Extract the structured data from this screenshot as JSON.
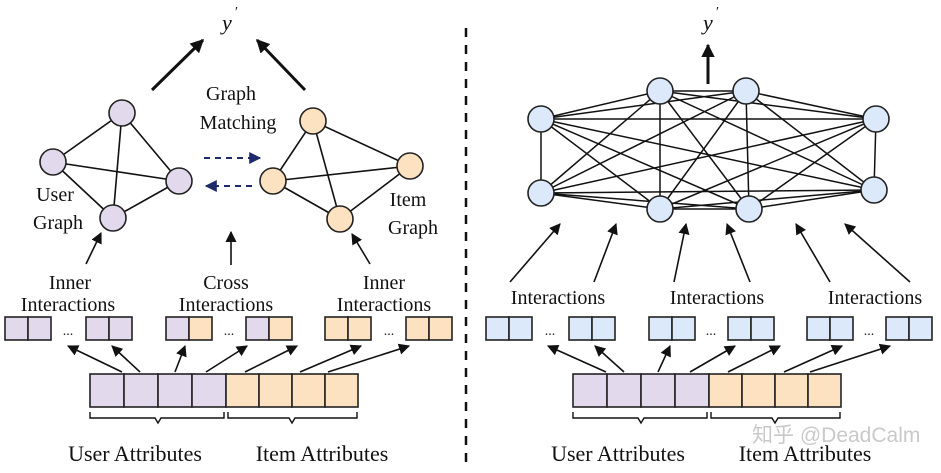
{
  "colors": {
    "user": "#e3d9ec",
    "item": "#fde2c2",
    "interaction": "#dce9fb",
    "stroke": "#222222",
    "arrow_dashed": "#1f2a6b",
    "watermark": "#c9c9c9"
  },
  "left_panel": {
    "output_label": "y",
    "output_prime": "′",
    "graph_matching": [
      "Graph",
      "Matching"
    ],
    "user_graph": [
      "User",
      "Graph"
    ],
    "item_graph": [
      "Item",
      "Graph"
    ],
    "inner_interactions_left": [
      "Inner",
      "Interactions"
    ],
    "cross_interactions": [
      "Cross",
      "Interactions"
    ],
    "inner_interactions_right": [
      "Inner",
      "Interactions"
    ],
    "ellipsis": "...",
    "user_attributes": "User Attributes",
    "item_attributes": "Item Attributes"
  },
  "right_panel": {
    "output_label": "y",
    "output_prime": "′",
    "interactions_labels": [
      "Interactions",
      "Interactions",
      "Interactions"
    ],
    "ellipsis": "...",
    "user_attributes": "User Attributes",
    "item_attributes": "Item Attributes"
  },
  "watermark": "知乎 @DeadCalm"
}
